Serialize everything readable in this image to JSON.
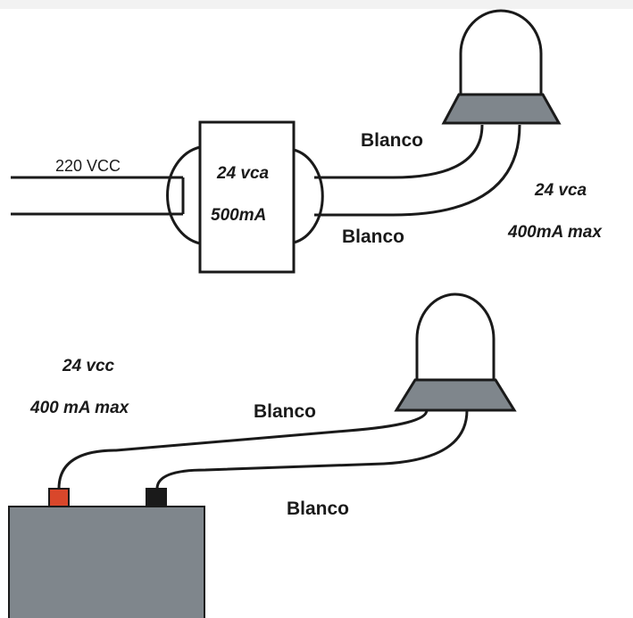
{
  "top_circuit": {
    "input_label": "220 VCC",
    "transformer_voltage": "24 vca",
    "transformer_current": "500mA",
    "wire_upper_label": "Blanco",
    "wire_lower_label": "Blanco",
    "lamp_voltage": "24 vca",
    "lamp_current": "400mA max"
  },
  "bottom_circuit": {
    "battery_voltage": "24 vcc",
    "battery_current": "400 mA max",
    "wire_upper_label": "Blanco",
    "wire_lower_label": "Blanco"
  },
  "colors": {
    "line": "#1a1a1a",
    "lamp_base": "#7f868c",
    "battery_body": "#7f868c",
    "positive_terminal": "#d9472b",
    "negative_terminal": "#1a1a1a"
  }
}
